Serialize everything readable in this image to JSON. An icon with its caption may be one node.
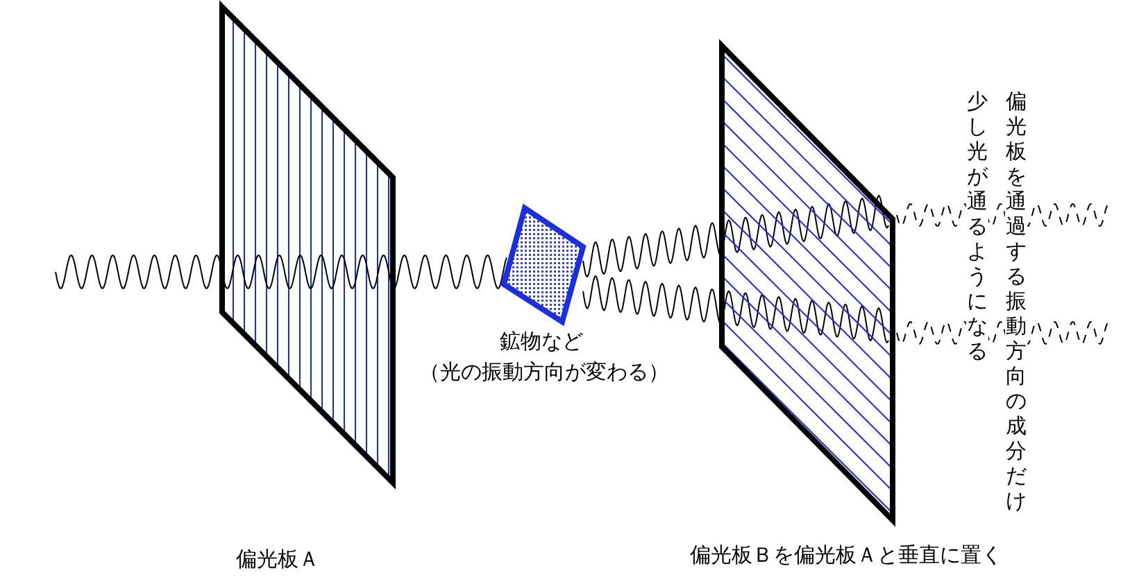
{
  "diagram": {
    "labels": [
      "鉱物など",
      "（光の振動方向が変わる）",
      "偏光板を通過する振動方向の成分だけ",
      "少し光が通るようになる",
      "偏光板Ａ",
      "偏光板Ｂを偏光板Ａと垂直に置く"
    ]
  }
}
